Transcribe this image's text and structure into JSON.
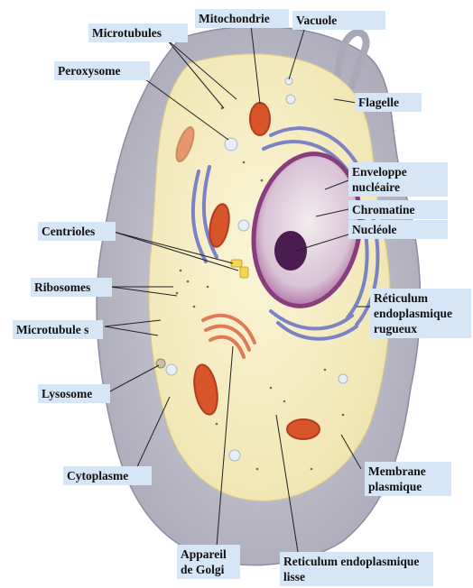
{
  "diagram": {
    "labels": {
      "mitochondrie": "Mitochondrie",
      "vacuole": "Vacuole",
      "microtubules_top": "Microtubules",
      "peroxysome": "Peroxysome",
      "flagelle": "Flagelle",
      "enveloppe": "Enveloppe nucléaire",
      "chromatine": "Chromatine",
      "nucleole": "Nucléole",
      "centrioles": "Centrioles",
      "ribosomes": "Ribosomes",
      "reticulum_rugueux": "Réticulum endoplasmique rugueux",
      "microtubules_left": "Microtubule s",
      "lysosome": "Lysosome",
      "cytoplasme": "Cytoplasme",
      "membrane": "Membrane plasmique",
      "golgi": "Appareil de Golgi",
      "reticulum_lisse": "Reticulum endoplasmique lisse"
    },
    "colors": {
      "label_bg": "#d7e6f7",
      "membrane": "#b8b7c4",
      "cytoplasm": "#f7efc6",
      "mitochondria": "#d8542b",
      "reticulum": "#7c83c4",
      "nucleus": "#9c4a8e",
      "nucleolus": "#4a1c4f"
    }
  }
}
